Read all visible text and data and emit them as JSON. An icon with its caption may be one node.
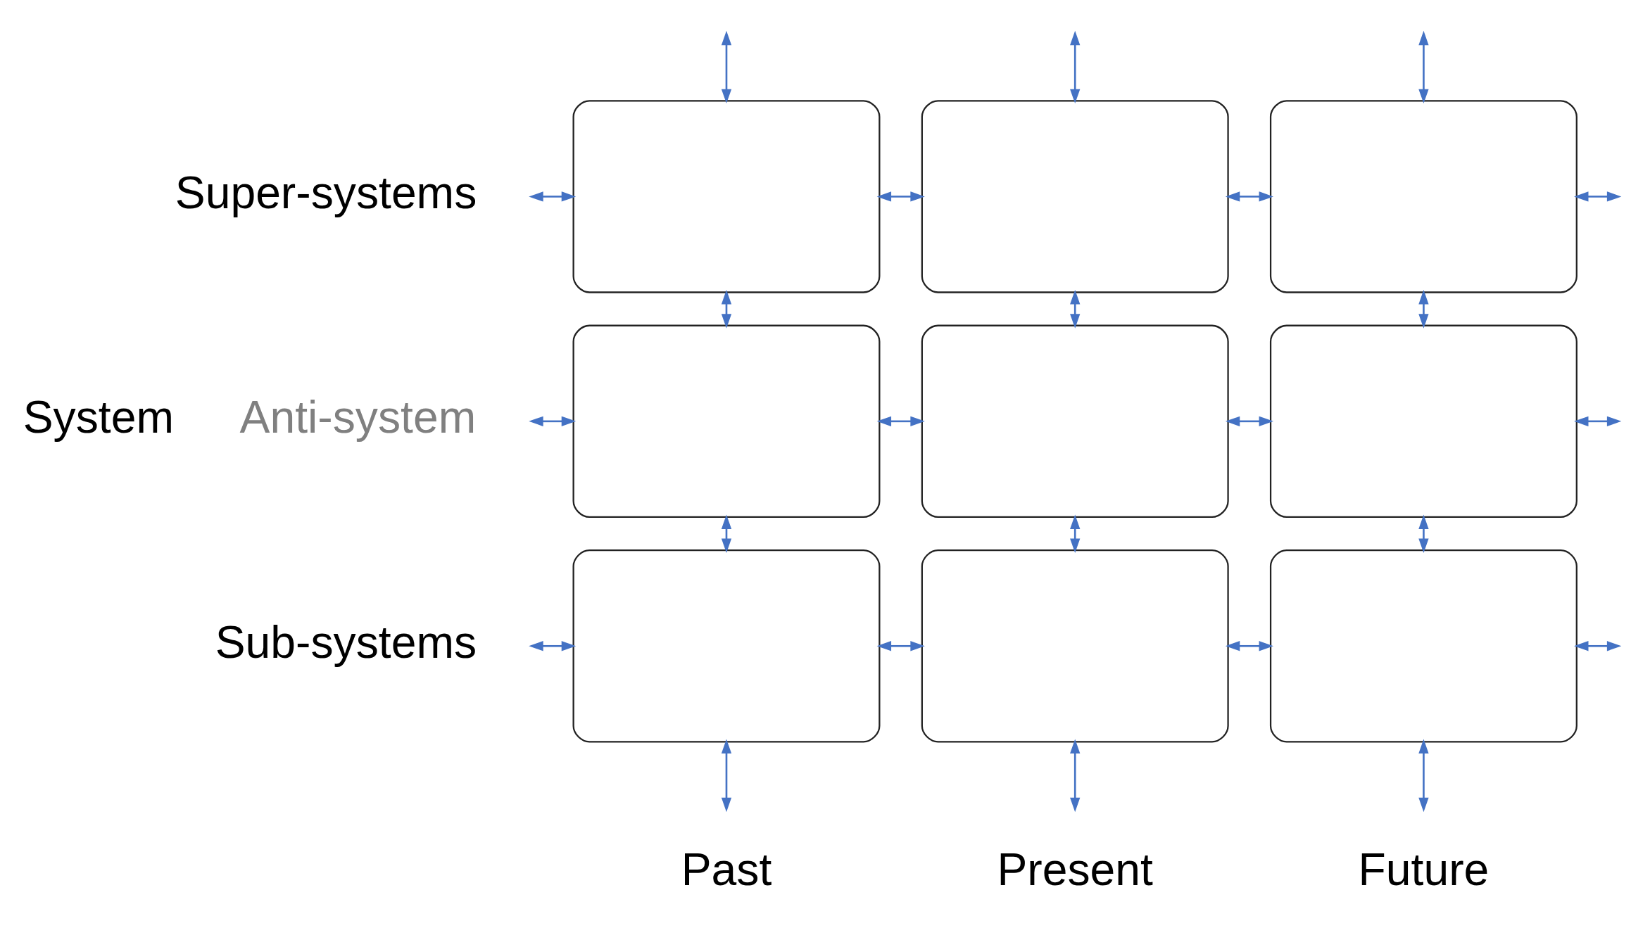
{
  "diagram": {
    "nodes": [
      {
        "text": [],
        "shape": "box"
      },
      {
        "text": [],
        "shape": "box"
      },
      {
        "text": [],
        "shape": "box"
      },
      {
        "text": [],
        "shape": "box"
      },
      {
        "text": [],
        "shape": "box"
      },
      {
        "text": [],
        "shape": "box"
      },
      {
        "text": [],
        "shape": "box"
      },
      {
        "text": [],
        "shape": "box"
      },
      {
        "text": [],
        "shape": "box"
      }
    ],
    "edges": [
      {
        "from": null,
        "to": 0,
        "arrow": "both"
      },
      {
        "from": 0,
        "to": 1,
        "arrow": "both"
      },
      {
        "from": 1,
        "to": 2,
        "arrow": "both"
      },
      {
        "from": null,
        "to": 2,
        "arrow": "both"
      },
      {
        "from": null,
        "to": 3,
        "arrow": "both"
      },
      {
        "from": 3,
        "to": 4,
        "arrow": "both"
      },
      {
        "from": 4,
        "to": 5,
        "arrow": "both"
      },
      {
        "from": null,
        "to": 5,
        "arrow": "both"
      },
      {
        "from": null,
        "to": 6,
        "arrow": "both"
      },
      {
        "from": 6,
        "to": 7,
        "arrow": "both"
      },
      {
        "from": 7,
        "to": 8,
        "arrow": "both"
      },
      {
        "from": null,
        "to": 8,
        "arrow": "both"
      },
      {
        "from": null,
        "to": 0,
        "arrow": "both"
      },
      {
        "from": 0,
        "to": 3,
        "arrow": "both"
      },
      {
        "from": 3,
        "to": 6,
        "arrow": "both"
      },
      {
        "from": null,
        "to": 6,
        "arrow": "both"
      },
      {
        "from": null,
        "to": 1,
        "arrow": "both"
      },
      {
        "from": 1,
        "to": 4,
        "arrow": "both"
      },
      {
        "from": 4,
        "to": 7,
        "arrow": "both"
      },
      {
        "from": null,
        "to": 7,
        "arrow": "both"
      },
      {
        "from": null,
        "to": 2,
        "arrow": "both"
      },
      {
        "from": 2,
        "to": 5,
        "arrow": "both"
      },
      {
        "from": 5,
        "to": 8,
        "arrow": "both"
      },
      {
        "from": null,
        "to": 8,
        "arrow": "both"
      }
    ],
    "labels": [
      "Super-systems",
      "System",
      "Anti-system",
      "Sub-systems",
      "Past",
      "Present",
      "Future"
    ]
  }
}
